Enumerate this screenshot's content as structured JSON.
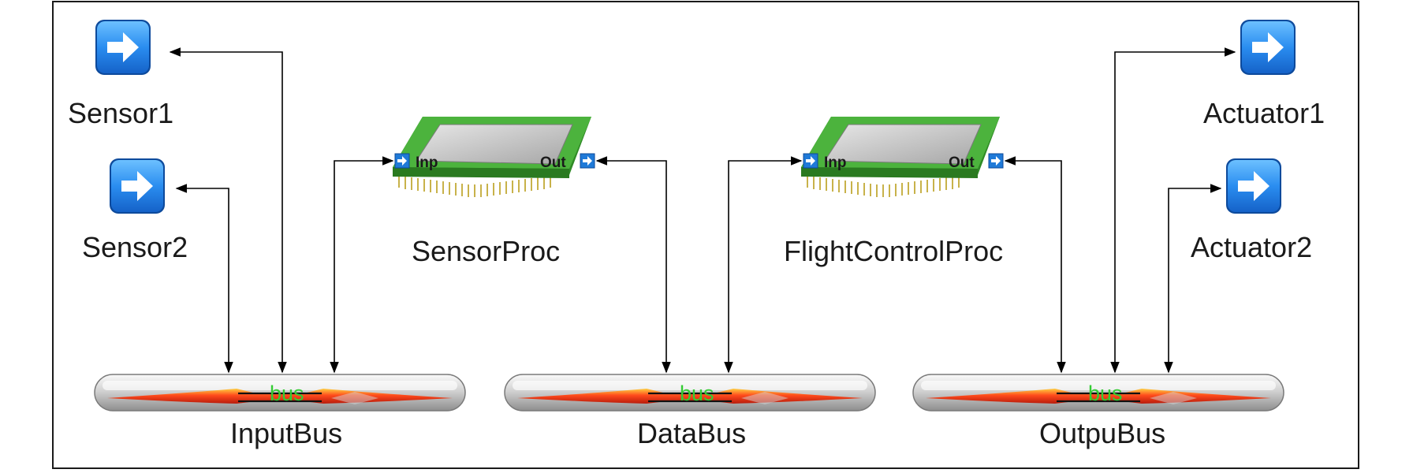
{
  "devices": [
    {
      "id": "sensor1",
      "label": "Sensor1",
      "icon": "arrow-right-icon"
    },
    {
      "id": "sensor2",
      "label": "Sensor2",
      "icon": "arrow-right-icon"
    },
    {
      "id": "actuator1",
      "label": "Actuator1",
      "icon": "arrow-right-icon"
    },
    {
      "id": "actuator2",
      "label": "Actuator2",
      "icon": "arrow-right-icon"
    }
  ],
  "processors": [
    {
      "id": "sensorproc",
      "label": "SensorProc",
      "in_port": "Inp",
      "out_port": "Out",
      "icon": "processor-chip-icon"
    },
    {
      "id": "flightcontrolproc",
      "label": "FlightControlProc",
      "in_port": "Inp",
      "out_port": "Out",
      "icon": "processor-chip-icon"
    }
  ],
  "buses": [
    {
      "id": "inputbus",
      "label": "InputBus",
      "tag": "bus"
    },
    {
      "id": "databus",
      "label": "DataBus",
      "tag": "bus"
    },
    {
      "id": "outpubus",
      "label": "OutpuBus",
      "tag": "bus"
    }
  ],
  "connections": [
    {
      "from": "Sensor1",
      "to": "InputBus"
    },
    {
      "from": "Sensor2",
      "to": "InputBus"
    },
    {
      "from": "InputBus",
      "to": "SensorProc.Inp"
    },
    {
      "from": "SensorProc.Out",
      "to": "DataBus"
    },
    {
      "from": "DataBus",
      "to": "FlightControlProc.Inp"
    },
    {
      "from": "FlightControlProc.Out",
      "to": "OutpuBus"
    },
    {
      "from": "OutpuBus",
      "to": "Actuator1"
    },
    {
      "from": "OutpuBus",
      "to": "Actuator2"
    }
  ],
  "colors": {
    "icon_blue": "#1f86e8",
    "chip_green": "#3a9c2e",
    "bus_red": "#e8301c",
    "bus_tag_green": "#33cc33"
  }
}
